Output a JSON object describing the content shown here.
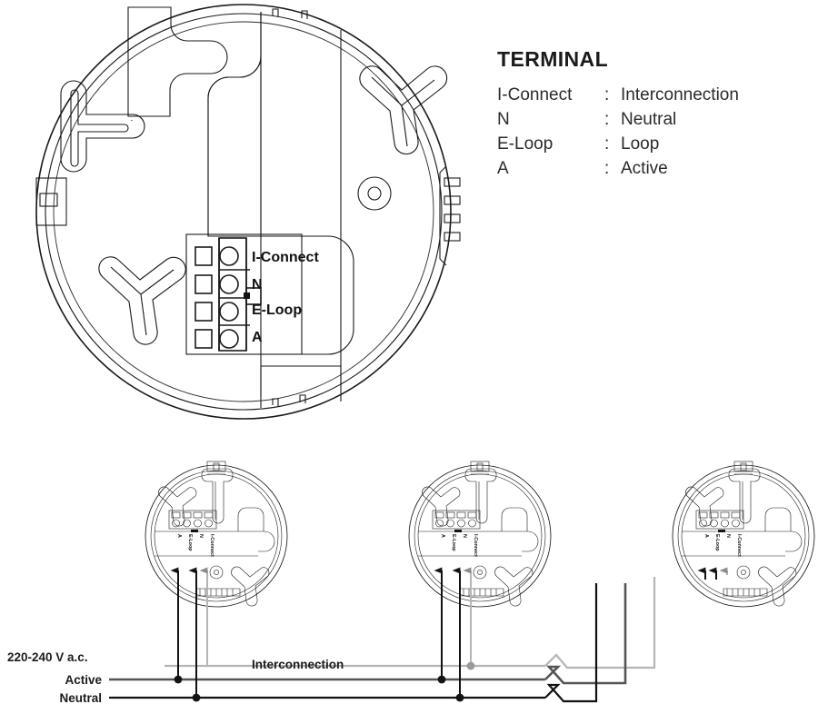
{
  "legend": {
    "title": "TERMINAL",
    "separator": ":",
    "rows": [
      {
        "abbr": "I-Connect",
        "meaning": "Interconnection"
      },
      {
        "abbr": "N",
        "meaning": "Neutral"
      },
      {
        "abbr": "E-Loop",
        "meaning": "Loop"
      },
      {
        "abbr": "A",
        "meaning": "Active"
      }
    ]
  },
  "main_base": {
    "name": "smoke-alarm-mounting-base",
    "terminal_labels": [
      "I-Connect",
      "N",
      "E-Loop",
      "A"
    ],
    "terminal_count": 4
  },
  "wiring": {
    "supply_label": "220-240 V a.c.",
    "active_label": "Active",
    "neutral_label": "Neutral",
    "interconnection_label": "Interconnection",
    "detector_count": 3,
    "mini_terminal_labels": [
      "A",
      "E-Loop",
      "N",
      "I-Connect"
    ]
  },
  "colors": {
    "line": "#1a1a1a",
    "active_wire": "#555555",
    "neutral_wire": "#111111",
    "interconnect_wire": "#b5b5b5",
    "text": "#1b1b1b",
    "background": "#ffffff"
  }
}
